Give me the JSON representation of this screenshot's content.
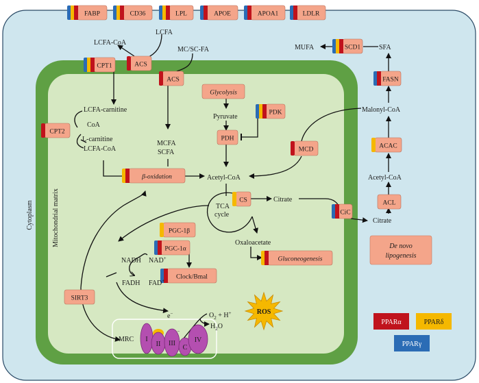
{
  "diagram": {
    "regions": {
      "cytoplasm": "Cytoplasm",
      "matrix": "Mitochondrial matrix"
    },
    "membrane_genes": [
      "FABP",
      "CD36",
      "LPL",
      "APOE",
      "APOA1",
      "LDLR"
    ],
    "genes": {
      "acs_outer": "ACS",
      "cpt1": "CPT1",
      "acs_inner": "ACS",
      "cpt2": "CPT2",
      "glycolysis": "Glycolysis",
      "pdk": "PDK",
      "pdh": "PDH",
      "mcd": "MCD",
      "beta_oxidation": "β-oxidation",
      "cs": "CS",
      "cic": "CiC",
      "pgc1b": "PGC-1β",
      "pgc1a": "PGC-1α",
      "clock": "Clock/Bmal",
      "gluconeogenesis": "Gluconeogenesis",
      "sirt3": "SIRT3",
      "scd1": "SCD1",
      "fasn": "FASN",
      "acac": "ACAC",
      "acl": "ACL"
    },
    "metabolites": {
      "lcfa": "LCFA",
      "lcfa_coa_top": "LCFA-CoA",
      "mc_sc_fa": "MC/SC-FA",
      "lcfa_carnitine": "LCFA-carnitine",
      "coa": "CoA",
      "l_carnitine": "L-carnitine",
      "lcfa_coa_inner": "LCFA-CoA",
      "mcfa": "MCFA",
      "scfa": "SCFA",
      "pyruvate": "Pyruvate",
      "acetyl_coa_matrix": "Acetyl-CoA",
      "citrate_matrix": "Citrate",
      "tca": "TCA",
      "cycle": "cycle",
      "oxaloacetate": "Oxaloacetate",
      "nadh": "NADH",
      "nad": "NAD",
      "fadh": "FADH",
      "fad": "FAD",
      "electron": "e",
      "electron2": "e",
      "o2h": "O",
      "h2o": "H",
      "mufa": "MUFA",
      "sfa": "SFA",
      "malonyl_coa": "Malonyl-CoA",
      "acetyl_coa_cyto": "Acetyl-CoA",
      "citrate_cyto": "Citrate",
      "de_novo_1": "De novo",
      "de_novo_2": "lipogenesis",
      "mrc": "MRC",
      "ros": "ROS"
    },
    "complexes": [
      "I",
      "II",
      "III",
      "C",
      "IV"
    ],
    "legend": {
      "ppara": "PPARα",
      "ppard": "PPARδ",
      "pparg": "PPARγ"
    },
    "colors": {
      "ppara": "#c0131c",
      "ppard": "#f5b800",
      "pparg": "#2b6cb5",
      "gene_box": "#f4a58a",
      "cell_fill": "#cfe6ee",
      "mito_green": "#5fa044",
      "matrix_fill": "#d6e8c2",
      "complex": "#b44fb0"
    }
  }
}
